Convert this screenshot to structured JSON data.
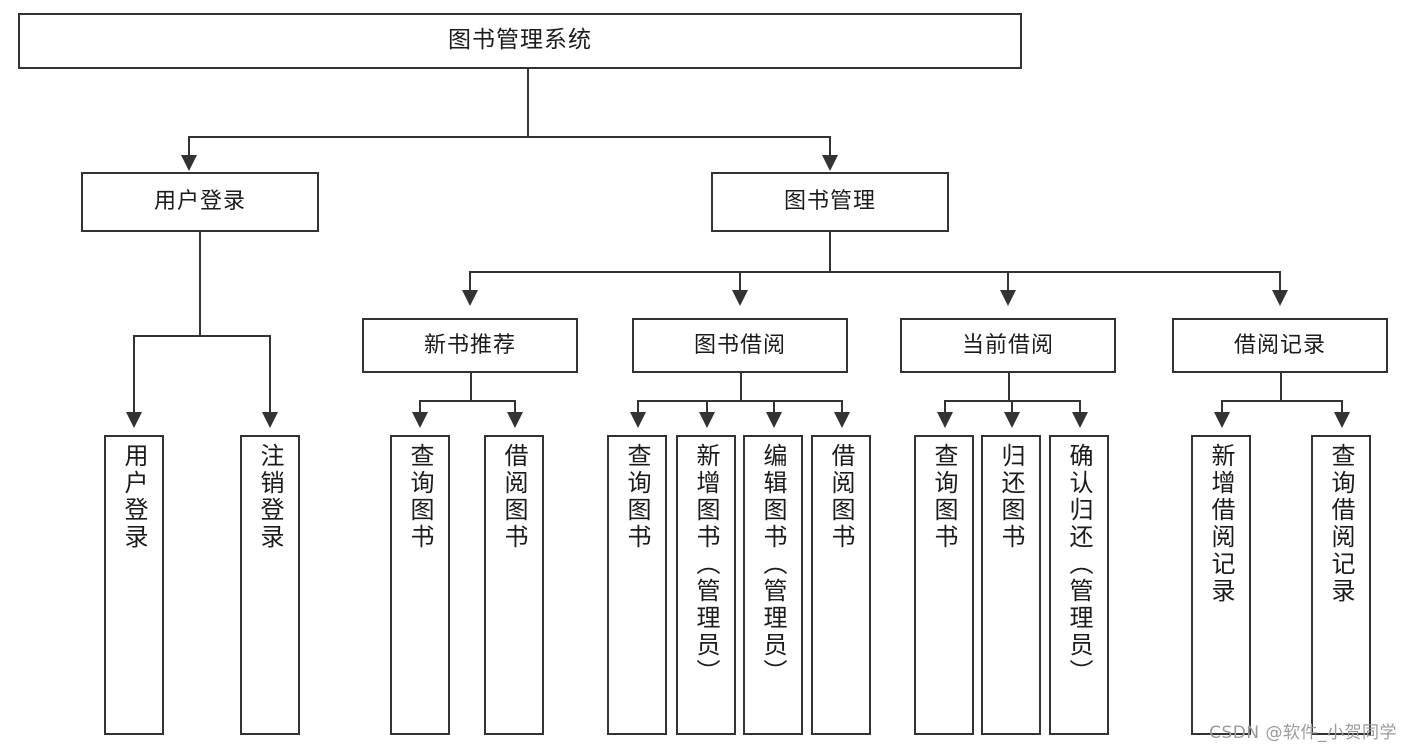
{
  "diagram": {
    "title": "图书管理系统",
    "type": "hierarchy-tree",
    "levels": 4,
    "root": {
      "id": "root",
      "label": "图书管理系统"
    },
    "level2": [
      {
        "id": "user-login",
        "label": "用户登录"
      },
      {
        "id": "book-manage",
        "label": "图书管理"
      }
    ],
    "level3": [
      {
        "id": "new-book-recommend",
        "label": "新书推荐"
      },
      {
        "id": "book-borrow",
        "label": "图书借阅"
      },
      {
        "id": "current-borrow",
        "label": "当前借阅"
      },
      {
        "id": "borrow-record",
        "label": "借阅记录"
      }
    ],
    "leaves": {
      "user_login": [
        {
          "id": "leaf-user-login",
          "label": "用户登录"
        },
        {
          "id": "leaf-logout-login",
          "label": "注销登录"
        }
      ],
      "new_book_recommend": [
        {
          "id": "leaf-query-book-1",
          "label": "查询图书"
        },
        {
          "id": "leaf-borrow-book-1",
          "label": "借阅图书"
        }
      ],
      "book_borrow": [
        {
          "id": "leaf-query-book-2",
          "label": "查询图书"
        },
        {
          "id": "leaf-add-book",
          "label": "新增图书（管理员）"
        },
        {
          "id": "leaf-edit-book",
          "label": "编辑图书（管理员）"
        },
        {
          "id": "leaf-borrow-book-2",
          "label": "借阅图书"
        }
      ],
      "current_borrow": [
        {
          "id": "leaf-query-book-3",
          "label": "查询图书"
        },
        {
          "id": "leaf-return-book",
          "label": "归还图书"
        },
        {
          "id": "leaf-confirm-return",
          "label": "确认归还（管理员）"
        }
      ],
      "borrow_record": [
        {
          "id": "leaf-add-record",
          "label": "新增借阅记录"
        },
        {
          "id": "leaf-query-record",
          "label": "查询借阅记录"
        }
      ]
    }
  },
  "watermark": {
    "text": "CSDN @软件_小贺同学"
  },
  "colors": {
    "stroke": "#333333",
    "background": "#ffffff",
    "text": "#1b1b1b",
    "watermark": "#9b9b9b"
  }
}
